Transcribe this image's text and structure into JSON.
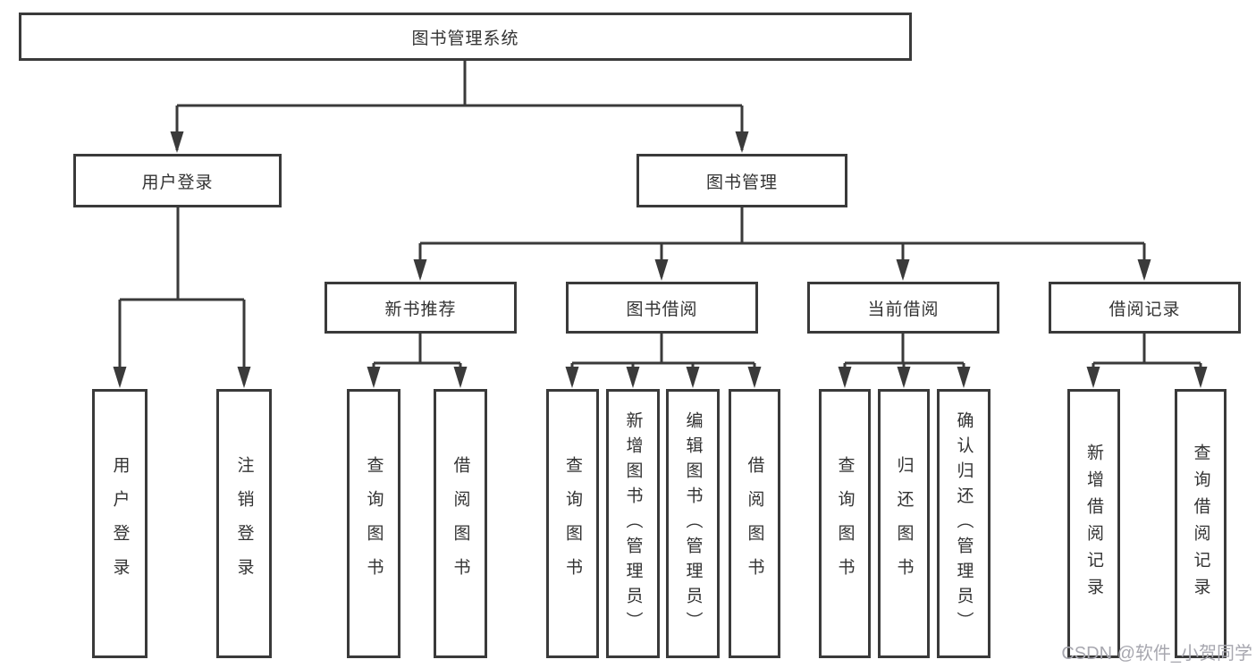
{
  "diagram": {
    "root_label": "图书管理系统",
    "level2": [
      {
        "label": "用户登录"
      },
      {
        "label": "图书管理"
      }
    ],
    "level3": [
      {
        "label": "新书推荐"
      },
      {
        "label": "图书借阅"
      },
      {
        "label": "当前借阅"
      },
      {
        "label": "借阅记录"
      }
    ],
    "leaves": {
      "user_login": [
        {
          "label": "用户登录"
        },
        {
          "label": "注销登录"
        }
      ],
      "new_book_recommend": [
        {
          "label": "查询图书"
        },
        {
          "label": "借阅图书"
        }
      ],
      "book_borrow": [
        {
          "label": "查询图书"
        },
        {
          "label": "新增图书（管理员）"
        },
        {
          "label": "编辑图书（管理员）"
        },
        {
          "label": "借阅图书"
        }
      ],
      "current_borrow": [
        {
          "label": "查询图书"
        },
        {
          "label": "归还图书"
        },
        {
          "label": "确认归还（管理员）"
        }
      ],
      "borrow_records": [
        {
          "label": "新增借阅记录"
        },
        {
          "label": "查询借阅记录"
        }
      ]
    }
  },
  "watermark": {
    "text": "CSDN @软件_小贺同学"
  },
  "colors": {
    "line": "#3a3a3a",
    "node_border": "#3a3a3a",
    "node_text": "#333333",
    "background": "#ffffff",
    "watermark_text": "#a7a7af"
  }
}
